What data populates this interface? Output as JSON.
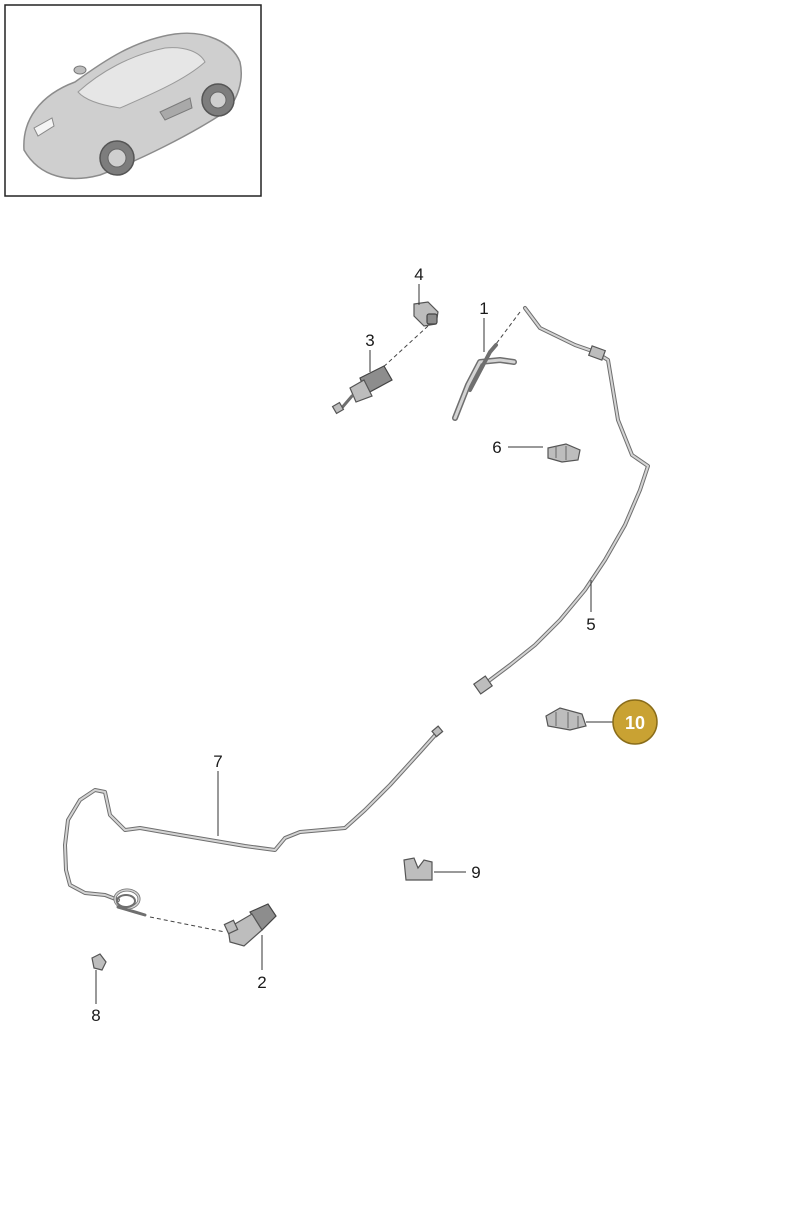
{
  "thumbnail": {
    "icon": "car-thumbnail-icon"
  },
  "callouts": [
    {
      "id": "1",
      "label": "1",
      "highlighted": false
    },
    {
      "id": "2",
      "label": "2",
      "highlighted": false
    },
    {
      "id": "3",
      "label": "3",
      "highlighted": false
    },
    {
      "id": "4",
      "label": "4",
      "highlighted": false
    },
    {
      "id": "5",
      "label": "5",
      "highlighted": false
    },
    {
      "id": "6",
      "label": "6",
      "highlighted": false
    },
    {
      "id": "7",
      "label": "7",
      "highlighted": false
    },
    {
      "id": "8",
      "label": "8",
      "highlighted": false
    },
    {
      "id": "9",
      "label": "9",
      "highlighted": false
    },
    {
      "id": "10",
      "label": "10",
      "highlighted": true
    }
  ],
  "colors": {
    "highlight_fill": "#c9a233",
    "highlight_stroke": "#8a6d1a",
    "line": "#333333"
  }
}
